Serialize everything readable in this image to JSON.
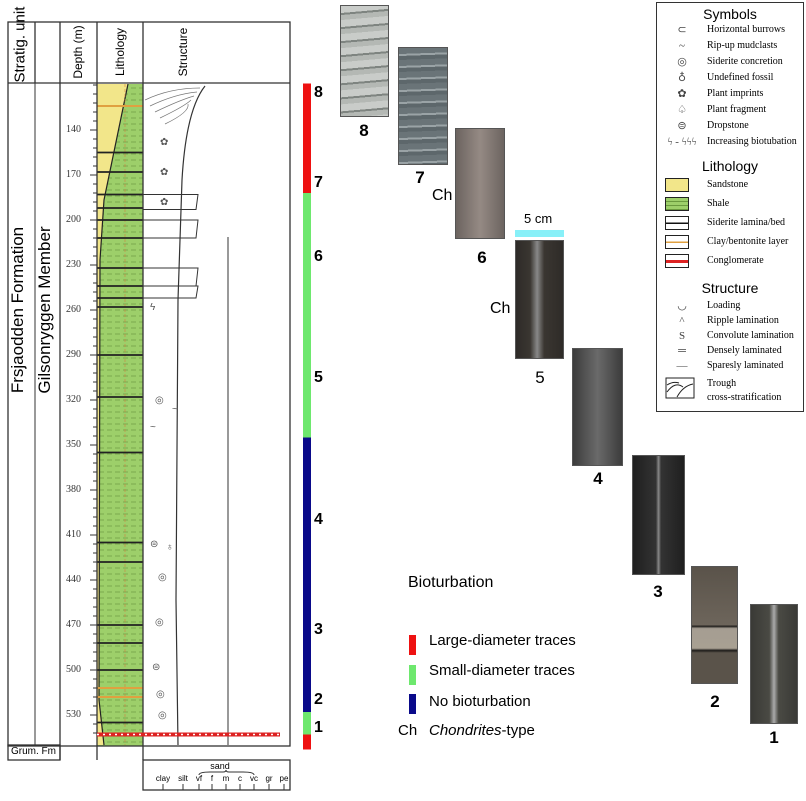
{
  "log": {
    "headers": {
      "strat_unit": "Stratig. unit",
      "depth": "Depth (m)",
      "lithology": "Lithology",
      "structure": "Structure"
    },
    "formation": "Frsjaodden Formation",
    "member": "Gilsonryggen Member",
    "lower_unit": "Grum. Fm",
    "depth_ticks_m": [
      140,
      170,
      200,
      230,
      260,
      290,
      320,
      350,
      380,
      410,
      440,
      470,
      500,
      530
    ],
    "siderite_beds_m": [
      155,
      168,
      183,
      192,
      200,
      212,
      232,
      244,
      252,
      258,
      290,
      318,
      355,
      415,
      428,
      470,
      482,
      500,
      535
    ],
    "clay_layers_m": [
      124,
      512,
      518
    ],
    "grain_size": {
      "sand_label": "sand",
      "classes": [
        "clay",
        "silt",
        "vf",
        "f",
        "m",
        "c",
        "vc",
        "gr",
        "pe"
      ]
    }
  },
  "bioturbation_bar": {
    "segments": [
      {
        "from_m": 109,
        "to_m": 182,
        "type": "large"
      },
      {
        "from_m": 182,
        "to_m": 345,
        "type": "small"
      },
      {
        "from_m": 345,
        "to_m": 528,
        "type": "none"
      },
      {
        "from_m": 528,
        "to_m": 543,
        "type": "small"
      },
      {
        "from_m": 543,
        "to_m": 553,
        "type": "large"
      }
    ],
    "numbers": [
      "8",
      "7",
      "6",
      "5",
      "4",
      "3",
      "2",
      "1"
    ]
  },
  "colors": {
    "large": "#ee1111",
    "small": "#6ee86e",
    "none": "#0a0a8a",
    "scale": "#88f0f8",
    "sand": "#f2e68a",
    "shale": "#9dcf6a"
  },
  "cores": [
    {
      "label": "8"
    },
    {
      "label": "7"
    },
    {
      "label": "6",
      "annotation": "Ch"
    },
    {
      "label": "5",
      "annotation": "Ch"
    },
    {
      "label": "4"
    },
    {
      "label": "3"
    },
    {
      "label": "2"
    },
    {
      "label": "1"
    }
  ],
  "scale_bar": "5 cm",
  "legend": {
    "symbols_title": "Symbols",
    "symbols": [
      {
        "icon": "⊂",
        "label": "Horizontal burrows"
      },
      {
        "icon": "~",
        "label": "Rip-up mudclasts"
      },
      {
        "icon": "◎",
        "label": "Siderite concretion"
      },
      {
        "icon": "♁",
        "label": "Undefined fossil"
      },
      {
        "icon": "✿",
        "label": "Plant imprints"
      },
      {
        "icon": "♤",
        "label": "Plant fragment"
      },
      {
        "icon": "⊜",
        "label": "Dropstone"
      },
      {
        "icon": "ϟ - ϟϟϟ",
        "label": "Increasing biotubation"
      }
    ],
    "lithology_title": "Lithology",
    "lithology": [
      {
        "label": "Sandstone"
      },
      {
        "label": "Shale"
      },
      {
        "label": "Siderite lamina/bed"
      },
      {
        "label": "Clay/bentonite layer"
      },
      {
        "label": "Conglomerate"
      }
    ],
    "structure_title": "Structure",
    "structure": [
      {
        "icon": "◡",
        "label": "Loading"
      },
      {
        "icon": "^",
        "label": "Ripple lamination"
      },
      {
        "icon": "S",
        "label": "Convolute lamination"
      },
      {
        "icon": "═",
        "label": "Densely laminated"
      },
      {
        "icon": "—",
        "label": "Sparesly laminated"
      },
      {
        "icon": "",
        "label": "Trough"
      },
      {
        "icon": "",
        "label": "cross-stratification"
      }
    ]
  },
  "bio_legend": {
    "title": "Bioturbation",
    "items": [
      "Large-diameter traces",
      "Small-diameter traces",
      "No bioturbation"
    ],
    "ch_abbr": "Ch",
    "ch_italic": "Chondrites",
    "ch_suffix": "-type"
  }
}
